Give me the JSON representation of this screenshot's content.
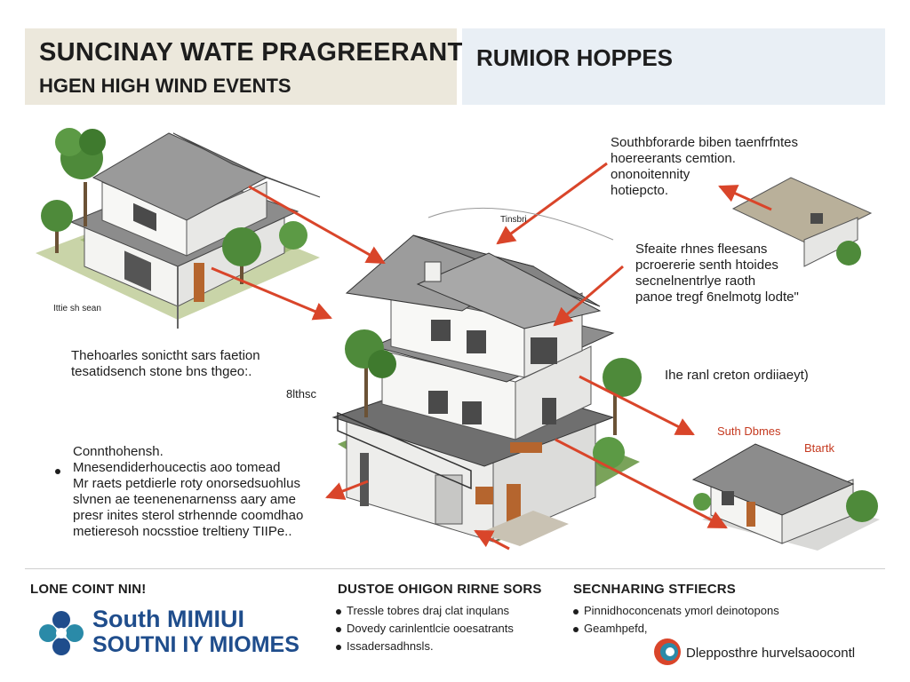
{
  "header": {
    "title_line1": "SUNCINAY WATE PRAGREERANTS",
    "title_line2": "HGEN HIGH WIND EVENTS",
    "right_title": "RUMIOR HOPPES"
  },
  "callouts": {
    "top_right": [
      "Southbforarde biben taenfrfntes",
      "hoereerants cemtion.",
      "ononoitennity",
      "hotiepcto."
    ],
    "right_mid": [
      "Sfeaite rhnes fleesans",
      "pcroererie senth htoides",
      "secnelnentrlye raoth",
      "panoe tregf 6nelmotg lodte\""
    ],
    "right_label": "Ihe ranl creton ordiiaeyt)",
    "small_house_red_1": "Suth Dbmes",
    "small_house_red_2": "Btartk",
    "left_mid": [
      "Thehoarles sonictht sars faetion",
      "tesatidsench stone bns thgeo:."
    ],
    "left_mid_sub": "8lthsc",
    "house_label": "Ittie sh sean",
    "pole_label": "Tinsbri",
    "left_low_head": "Connthohensh.",
    "left_low": [
      "Mnesendiderhoucectis aoo tomead",
      "Mr raets petdierle roty onorsedsuohlus",
      "slvnen ae teenenenarnenss aary ame",
      "presr inites sterol strhennde coomdhao",
      "metieresoh nocsstioe treltieny TIIPe.."
    ]
  },
  "footer": {
    "col1_head": "LONE COINT NIN!",
    "col2_head": "DUSTOE OHIGON RIRNE SORS",
    "col2_items": [
      "Tresslе tobres draj clat inqulans",
      "Dovedy carinlentlcie ooesatrants",
      "Issadersadhnsls."
    ],
    "col3_head": "SECNHARING STFIECRS",
    "col3_items": [
      "Pinnidhoconcenats ymorl deinotopons",
      "Geamhpefd,"
    ],
    "logo_line1": "South MIMIUI",
    "logo_line2": "SOUTNI IY MIOMES",
    "brand_url": "Dlepposthre hurvelsaoocontl"
  },
  "colors": {
    "accent_red": "#d9452a",
    "title_bg": "#ece8dc",
    "subtitle_bg": "#e9eff5",
    "logo_blue": "#1f4d8c",
    "logo_teal": "#2a8aa8"
  }
}
